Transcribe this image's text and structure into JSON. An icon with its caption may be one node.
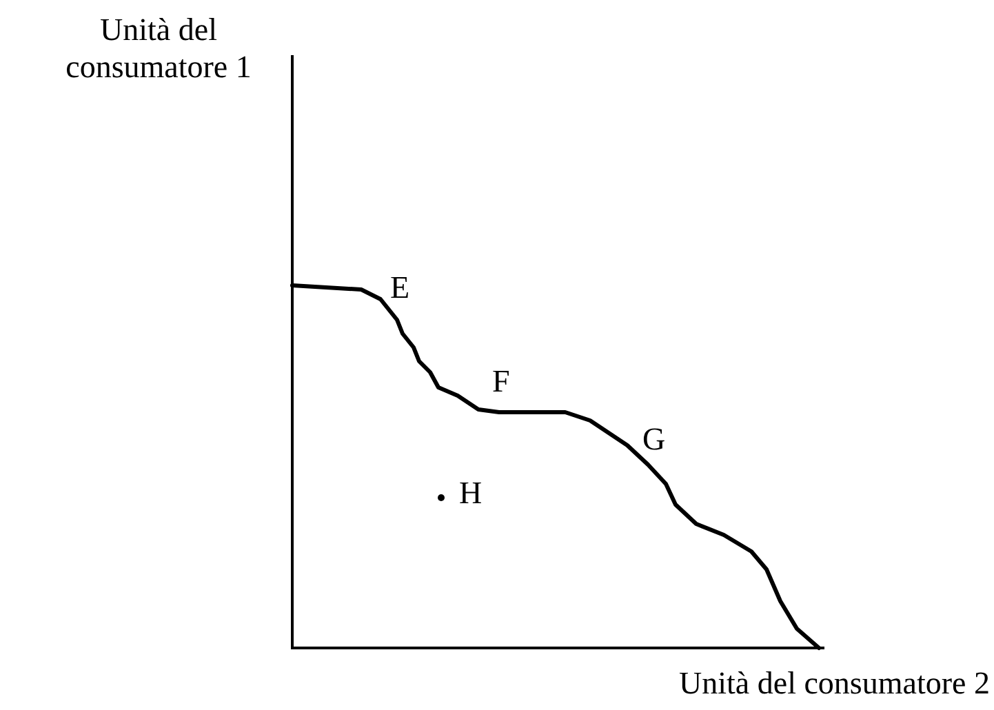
{
  "diagram": {
    "labels": [
      "Unità del consumatore 1",
      "E",
      "F",
      "G",
      "H",
      "Unità del consumatore 2"
    ]
  }
}
